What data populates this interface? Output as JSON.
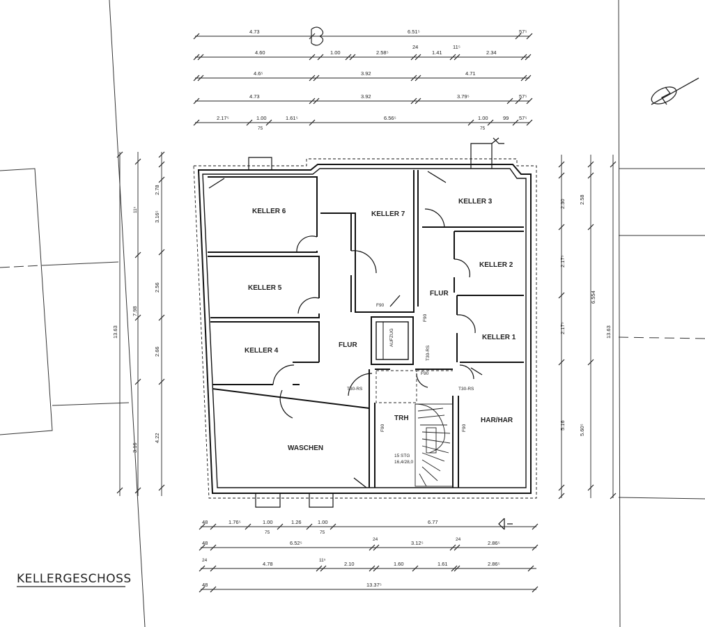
{
  "title": "KELLERGESCHOSS",
  "rooms": {
    "keller6": "KELLER 6",
    "keller7": "KELLER 7",
    "keller3": "KELLER 3",
    "keller5": "KELLER 5",
    "keller4": "KELLER 4",
    "keller2": "KELLER 2",
    "keller1": "KELLER 1",
    "flur_left": "FLUR",
    "flur_right": "FLUR",
    "waschen": "WASCHEN",
    "hausanschluss": "HAR/HAR",
    "treppe": "TRH",
    "aufzug": "AUFZUG"
  },
  "door_tags": [
    "T30-RS",
    "T30-RS",
    "T30-RS",
    "F90",
    "F90",
    "F90",
    "F90",
    "F90"
  ],
  "stair_note": [
    "15 STG",
    "16,4/28,0"
  ],
  "dims": {
    "top": {
      "r1": [
        "4.73",
        "6.51⁵",
        "57⁵"
      ],
      "r2": [
        "4.60",
        "1.00",
        "2.58⁵",
        "1.41",
        "2.34",
        "11⁵",
        "24"
      ],
      "r3": [
        "4.6⁵",
        "3.92",
        "4.71"
      ],
      "r4": [
        "4.73",
        "3.92",
        "3.79⁵",
        "57⁵"
      ],
      "r5": [
        "2.17⁵",
        "1.00",
        "1.61⁵",
        "6.56⁵",
        "1.00",
        "99",
        "57⁵",
        "75",
        "75"
      ]
    },
    "bottom": {
      "r1": [
        "48",
        "1.76⁵",
        "1.00",
        "1.26",
        "1.00",
        "6.77",
        "75",
        "75"
      ],
      "r2": [
        "48",
        "6.52⁵",
        "3.12⁵",
        "2.86⁵",
        "24",
        "24"
      ],
      "r3": [
        "4.78",
        "2.10",
        "1.60",
        "1.61",
        "2.86⁵",
        "11⁵",
        "24"
      ],
      "r4": [
        "13.37⁵",
        "48"
      ]
    },
    "left": [
      "2.78",
      "3.16⁵",
      "2.56",
      "2.66",
      "4.22",
      "7.98",
      "13.63",
      "3.16",
      "11⁵"
    ],
    "right": [
      "2.58",
      "2.30",
      "2.17⁵",
      "2.17⁵",
      "5.16",
      "5.60⁵",
      "13.63",
      "6.554"
    ]
  }
}
